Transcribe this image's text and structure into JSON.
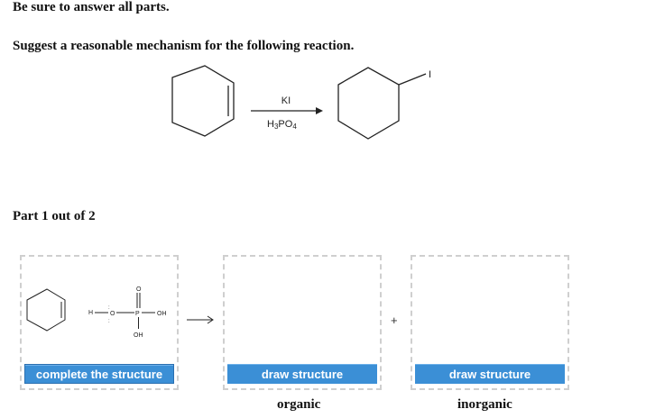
{
  "instructions": "Be sure to answer all parts.",
  "question": "Suggest a reasonable mechanism for the following reaction.",
  "reaction": {
    "reagent_top": "KI",
    "reagent_bottom_main": "H",
    "reagent_bottom_sub1": "3",
    "reagent_bottom_mid": "PO",
    "reagent_bottom_sub2": "4",
    "product_atom": "I"
  },
  "part_label": "Part 1 out of 2",
  "answer_area": {
    "box1_button": "complete the structure",
    "box2_button": "draw structure",
    "box3_button": "draw structure",
    "plus": "+",
    "organic_label": "organic",
    "inorganic_label": "inorganic",
    "phosphoric_acid": {
      "h_label": "H",
      "o_left": "O",
      "p_label": "P",
      "oh_right": "OH",
      "o_top": "O",
      "oh_bottom": "OH"
    }
  }
}
